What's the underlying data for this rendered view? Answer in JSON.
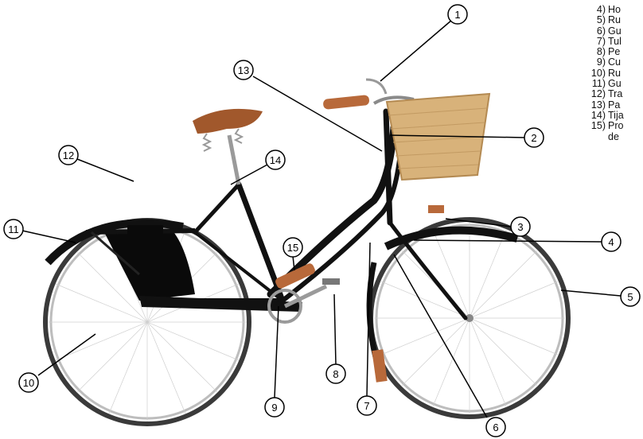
{
  "legend": [
    {
      "num": "4)",
      "text": "Ho"
    },
    {
      "num": "5)",
      "text": "Ru"
    },
    {
      "num": "6)",
      "text": "Gu"
    },
    {
      "num": "7)",
      "text": "Tul"
    },
    {
      "num": "8)",
      "text": "Pe"
    },
    {
      "num": "9)",
      "text": "Cu"
    },
    {
      "num": "10)",
      "text": "Ru"
    },
    {
      "num": "11)",
      "text": "Gu"
    },
    {
      "num": "12)",
      "text": "Tra"
    },
    {
      "num": "13)",
      "text": "Pa"
    },
    {
      "num": "14)",
      "text": "Tija"
    },
    {
      "num": "15)",
      "text": "Pro"
    },
    {
      "num": "",
      "text": "de"
    }
  ],
  "callouts": [
    "1",
    "2",
    "3",
    "4",
    "5",
    "6",
    "7",
    "8",
    "9",
    "10",
    "11",
    "12",
    "13",
    "14",
    "15"
  ],
  "colors": {
    "frame": "#111111",
    "leather": "#b8693a",
    "basket": "#d8b27a",
    "chrome": "#9a9a9a",
    "tire": "#3a3a3a"
  }
}
